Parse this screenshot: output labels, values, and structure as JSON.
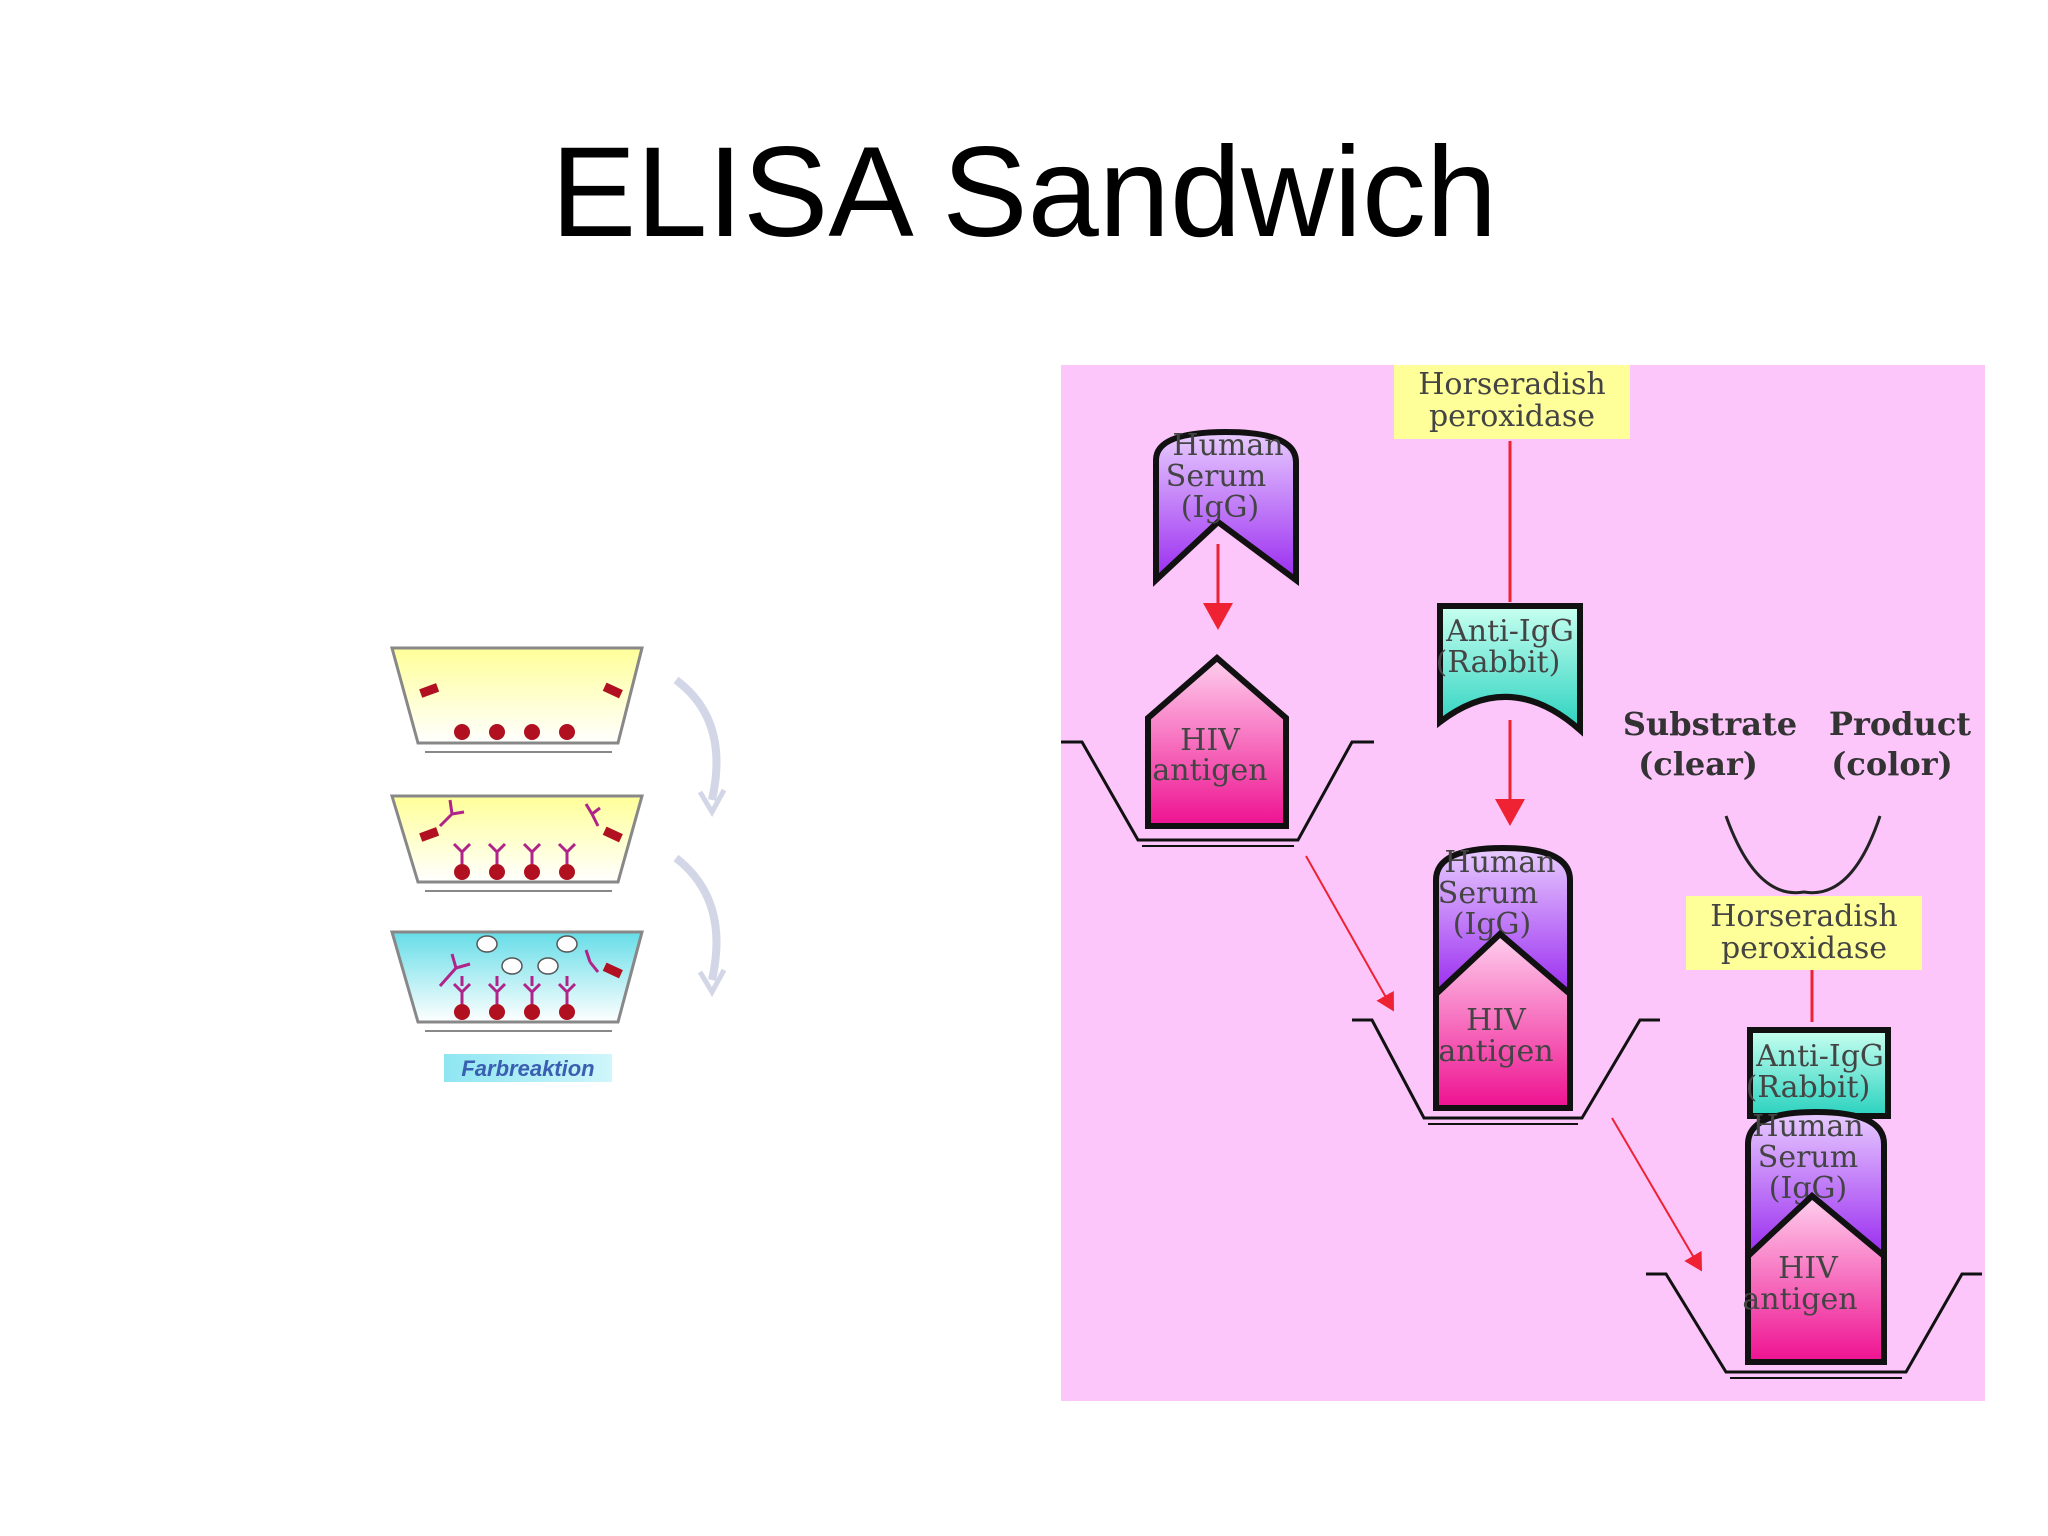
{
  "slide": {
    "title": "ELISA Sandwich"
  },
  "left_figure": {
    "caption": "Farbreaktion"
  },
  "right_figure": {
    "background": "#fcc6fb",
    "hrp_top": {
      "line1": "Horseradish",
      "line2": "peroxidase"
    },
    "serum_step1": {
      "line1": "Human",
      "line2": "Serum",
      "line3": "(IgG)"
    },
    "hiv_step1": {
      "line1": "HIV",
      "line2": "antigen"
    },
    "anti_igg_step2": {
      "line1": "Anti-IgG",
      "line2": "(Rabbit)"
    },
    "serum_step2": {
      "line1": "Human",
      "line2": "Serum",
      "line3": "(IgG)"
    },
    "hiv_step2": {
      "line1": "HIV",
      "line2": "antigen"
    },
    "substrate": {
      "line1": "Substrate",
      "line2": "(clear)"
    },
    "product": {
      "line1": "Product",
      "line2": "(color)"
    },
    "hrp_step3": {
      "line1": "Horseradish",
      "line2": "peroxidase"
    },
    "anti_igg_step3": {
      "line1": "Anti-IgG",
      "line2": "(Rabbit)"
    },
    "serum_step3": {
      "line1": "Human",
      "line2": "Serum",
      "line3": "(IgG)"
    },
    "hiv_step3": {
      "line1": "HIV",
      "line2": "antigen"
    }
  },
  "colors": {
    "arrow": "#ee2233",
    "label_box": "#ffff99",
    "antibody": "#b0248a",
    "antigen_dot": "#b01020"
  }
}
